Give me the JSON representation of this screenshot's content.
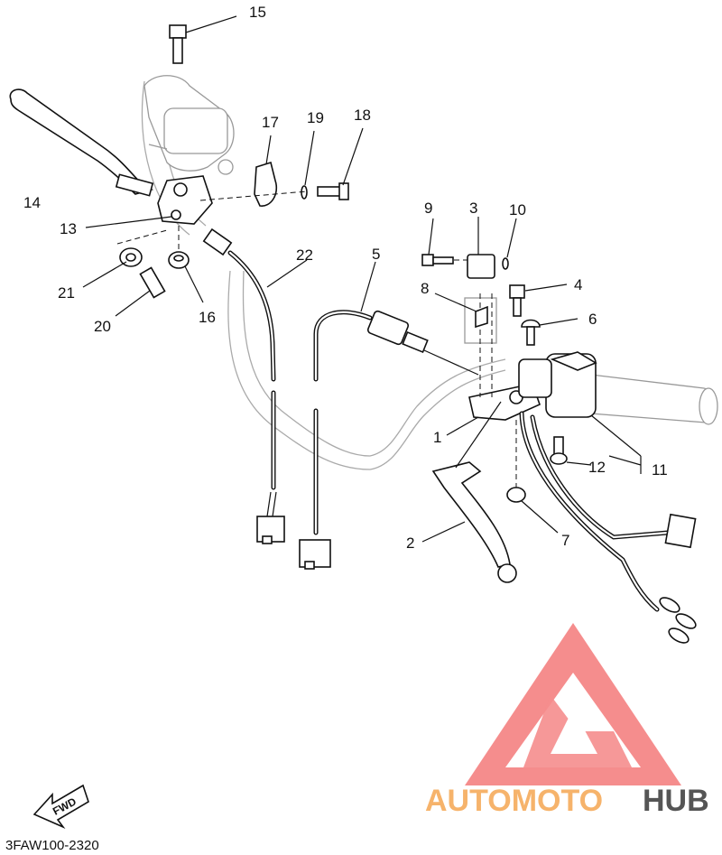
{
  "diagram": {
    "callouts": [
      "1",
      "2",
      "3",
      "4",
      "5",
      "6",
      "7",
      "8",
      "9",
      "10",
      "11",
      "12",
      "13",
      "14",
      "15",
      "16",
      "17",
      "18",
      "19",
      "20",
      "21",
      "22"
    ],
    "fwd_label": "FWD",
    "diagram_code": "3FAW100-2320",
    "watermark": {
      "part1": "AUTOMOTO",
      "part2": "HUB",
      "colors": {
        "logo": "#f47a7a",
        "text_light": "#f6b36b",
        "text_dark": "#555555"
      }
    }
  }
}
